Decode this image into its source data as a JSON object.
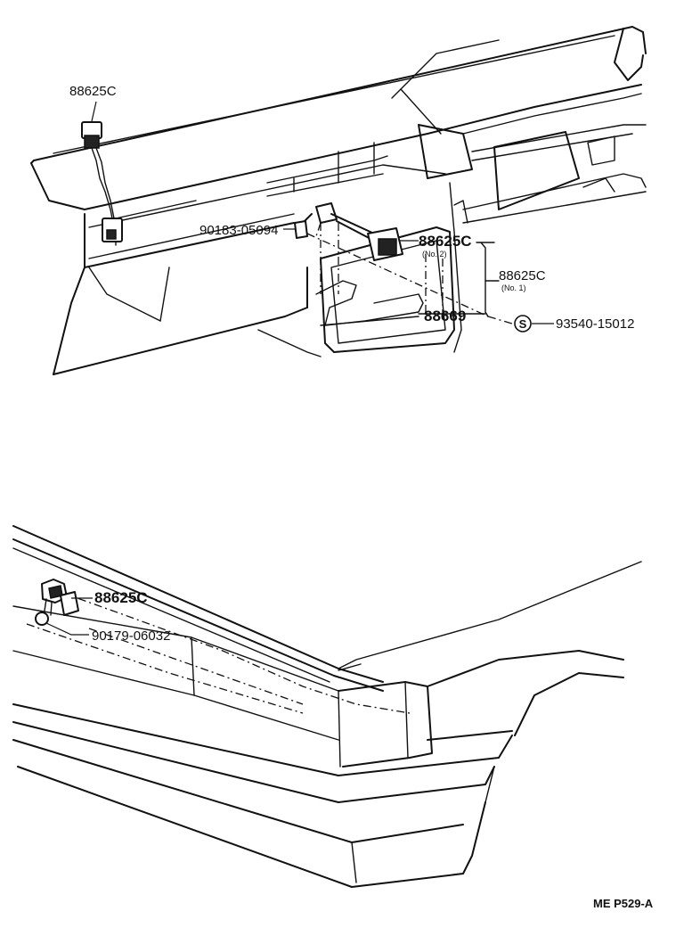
{
  "labels": {
    "part_88625C_top": "88625C",
    "part_90183_05094": "90183-05094",
    "part_88625C_no2": "88625C",
    "note_no2": "(No. 2)",
    "part_88625C_no1": "88625C",
    "note_no1": "(No. 1)",
    "part_88669": "88669",
    "part_93540_15012": "93540-15012",
    "symbol_s": "S",
    "part_88625C_bottom": "88625C",
    "part_90179_06032": "90179-06032",
    "diagram_code": "ME P529-A"
  }
}
